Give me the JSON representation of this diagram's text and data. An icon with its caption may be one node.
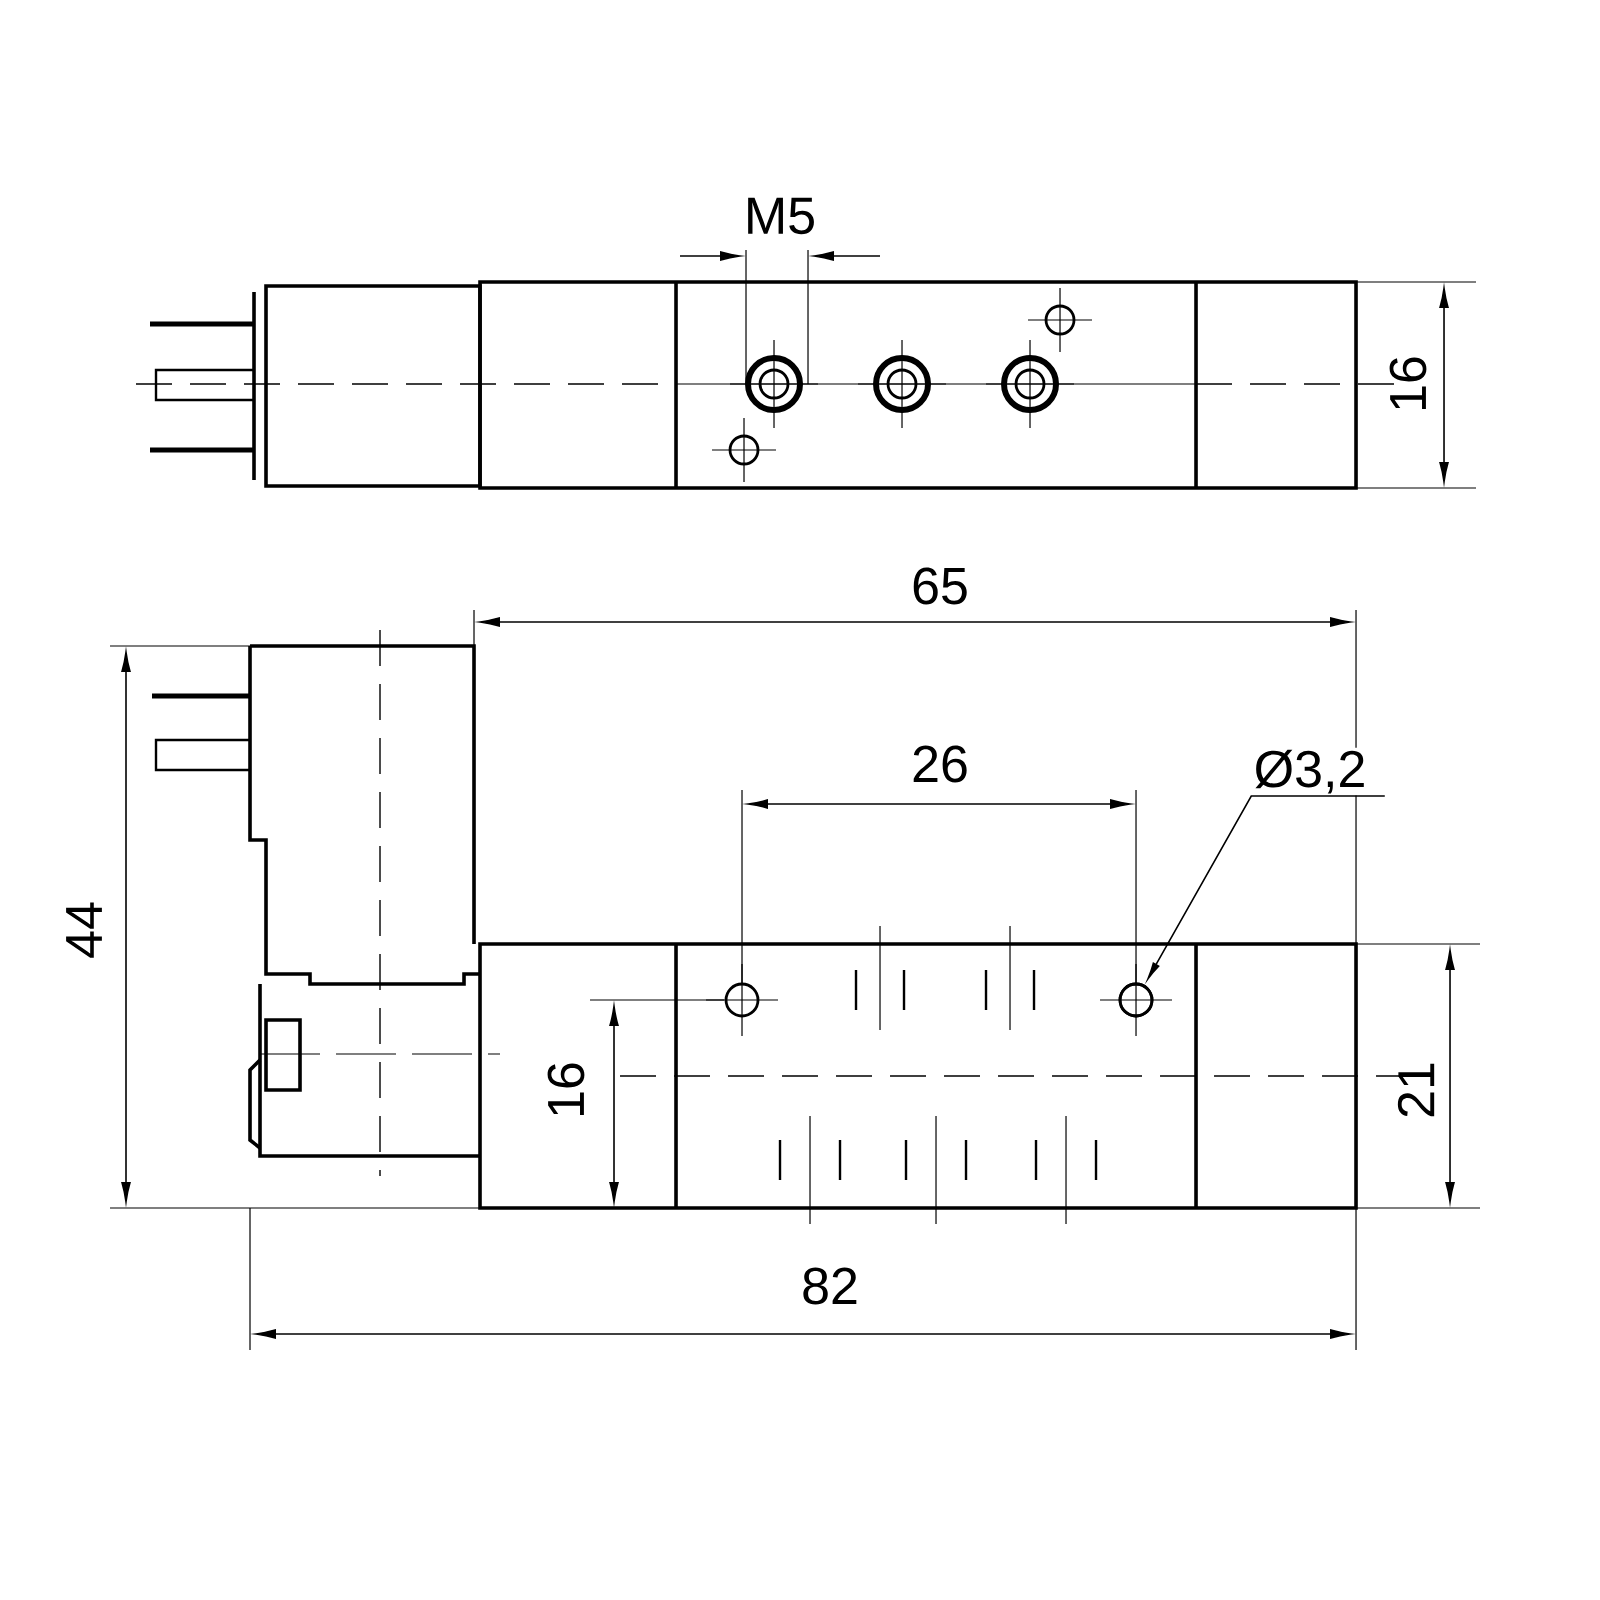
{
  "diagram": {
    "nodes": [
      {
        "text": [
          "Ø3,2"
        ]
      },
      {
        "text": [],
        "shape": "circle"
      }
    ],
    "edges": [
      {
        "from": 0,
        "to": 1,
        "arrow": "to"
      }
    ],
    "labels": [
      "M5",
      "16",
      "65",
      "26",
      "44",
      "16",
      "21",
      "82"
    ]
  }
}
